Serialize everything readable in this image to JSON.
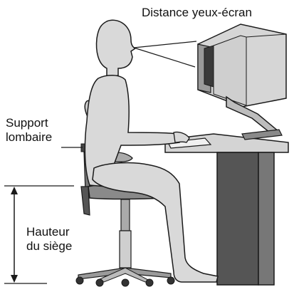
{
  "labels": {
    "eye_distance": "Distance  yeux-écran",
    "lumbar_line1": "Support",
    "lumbar_line2": "lombaire",
    "seat_height_line1": "Hauteur",
    "seat_height_line2": "du siège"
  },
  "colors": {
    "body_fill": "#d9d9d9",
    "dark_fill": "#555555",
    "mid_fill": "#9a9a9a",
    "outline": "#1a1a1a"
  }
}
